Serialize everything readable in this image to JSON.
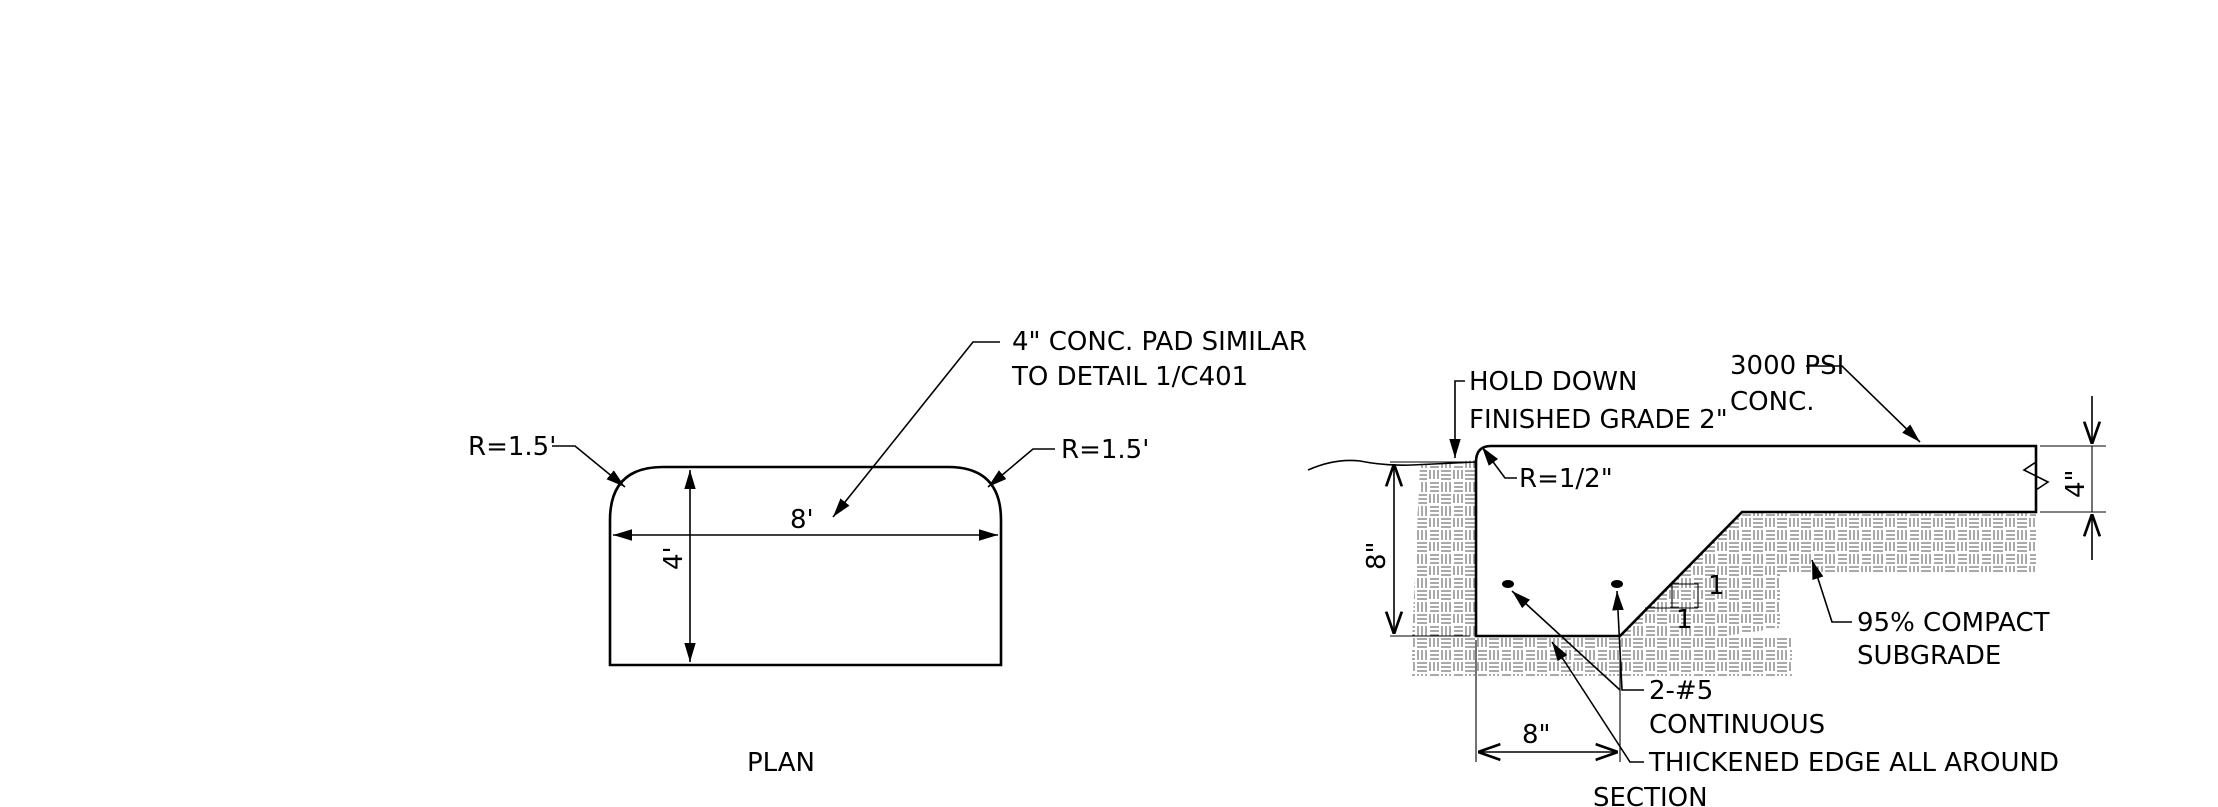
{
  "plan": {
    "title": "PLAN",
    "radius_left": "R=1.5'",
    "radius_right": "R=1.5'",
    "dim_length": "8'",
    "dim_width": "4'",
    "note_line1": "4\" CONC. PAD SIMILAR",
    "note_line2": "TO DETAIL 1/C401"
  },
  "section": {
    "title": "SECTION",
    "hold_down": "HOLD DOWN",
    "finished_grade": "FINISHED GRADE 2\"",
    "radius": "R=1/2\"",
    "psi_line1": "3000 PSI",
    "psi_line2": "CONC.",
    "dim_thickness": "4\"",
    "dim_depth": "8\"",
    "dim_edge_width": "8\"",
    "slope_v": "1",
    "slope_h": "1",
    "compact_line1": "95% COMPACT",
    "compact_line2": "SUBGRADE",
    "rebar_line1": "2-#5",
    "rebar_line2": "CONTINUOUS",
    "thickened_edge": "THICKENED EDGE ALL AROUND"
  }
}
